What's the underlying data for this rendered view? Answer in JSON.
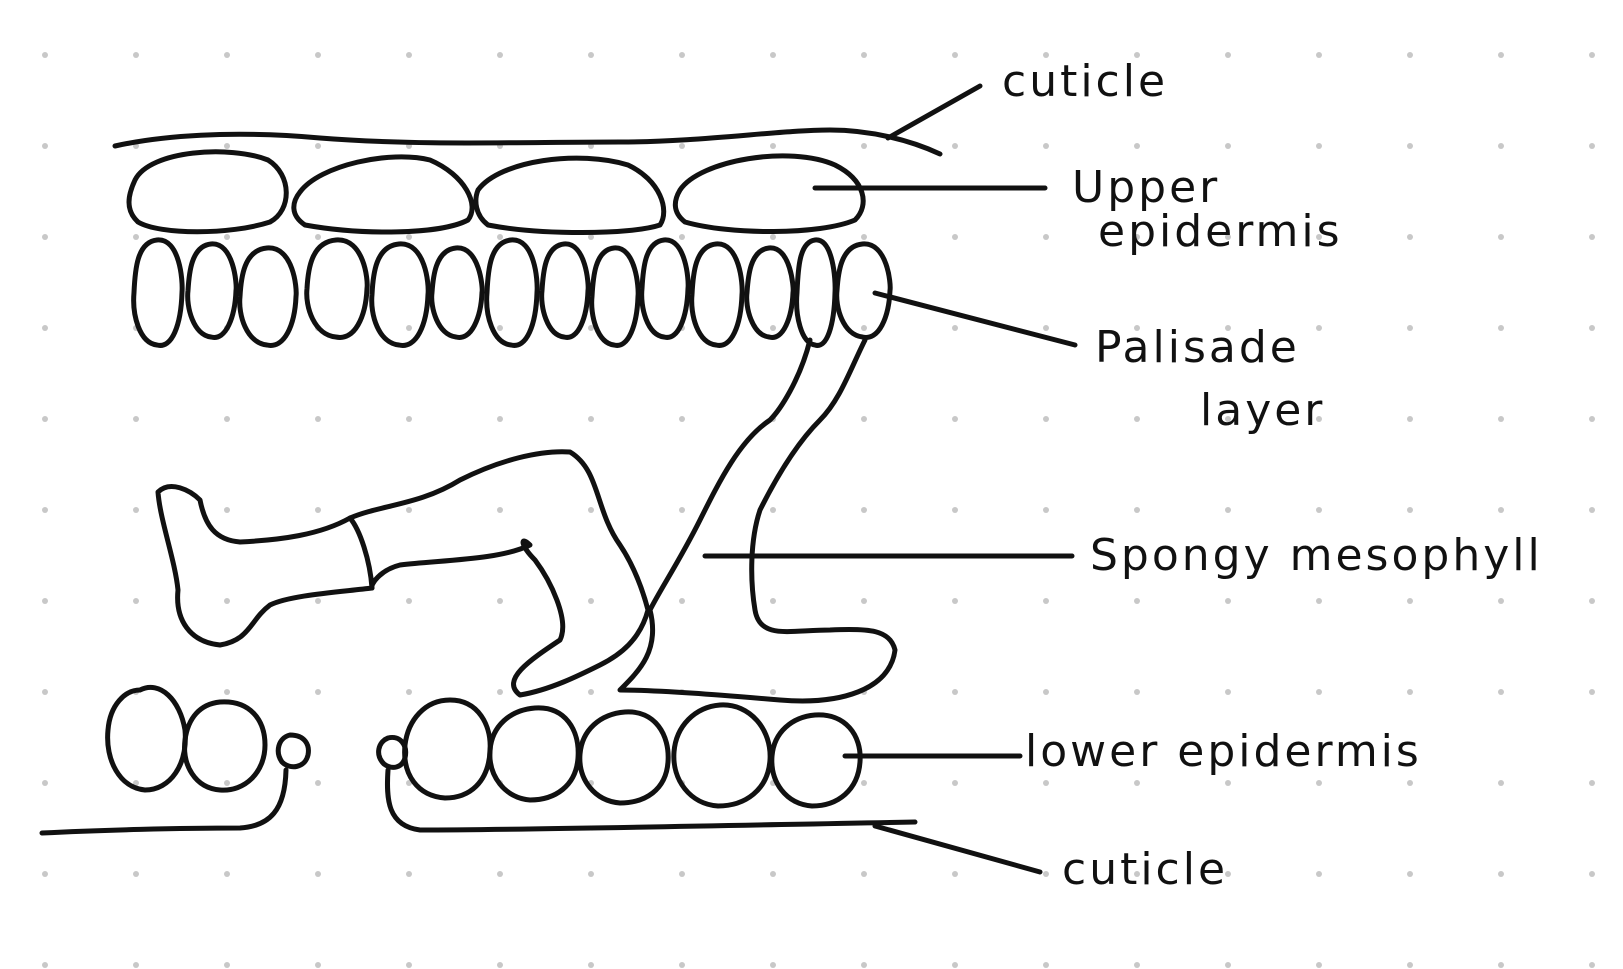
{
  "diagram": {
    "labels": {
      "cuticle_top": "cuticle",
      "upper_epidermis_line1": "Upper",
      "upper_epidermis_line2": "epidermis",
      "palisade_line1": "Palisade",
      "palisade_line2": "layer",
      "spongy": "Spongy mesophyll",
      "lower_epidermis": "lower epidermis",
      "cuticle_bottom": "cuticle"
    },
    "colors": {
      "ink": "#111111",
      "paper": "#ffffff",
      "dots": "#c8c8c8"
    }
  }
}
